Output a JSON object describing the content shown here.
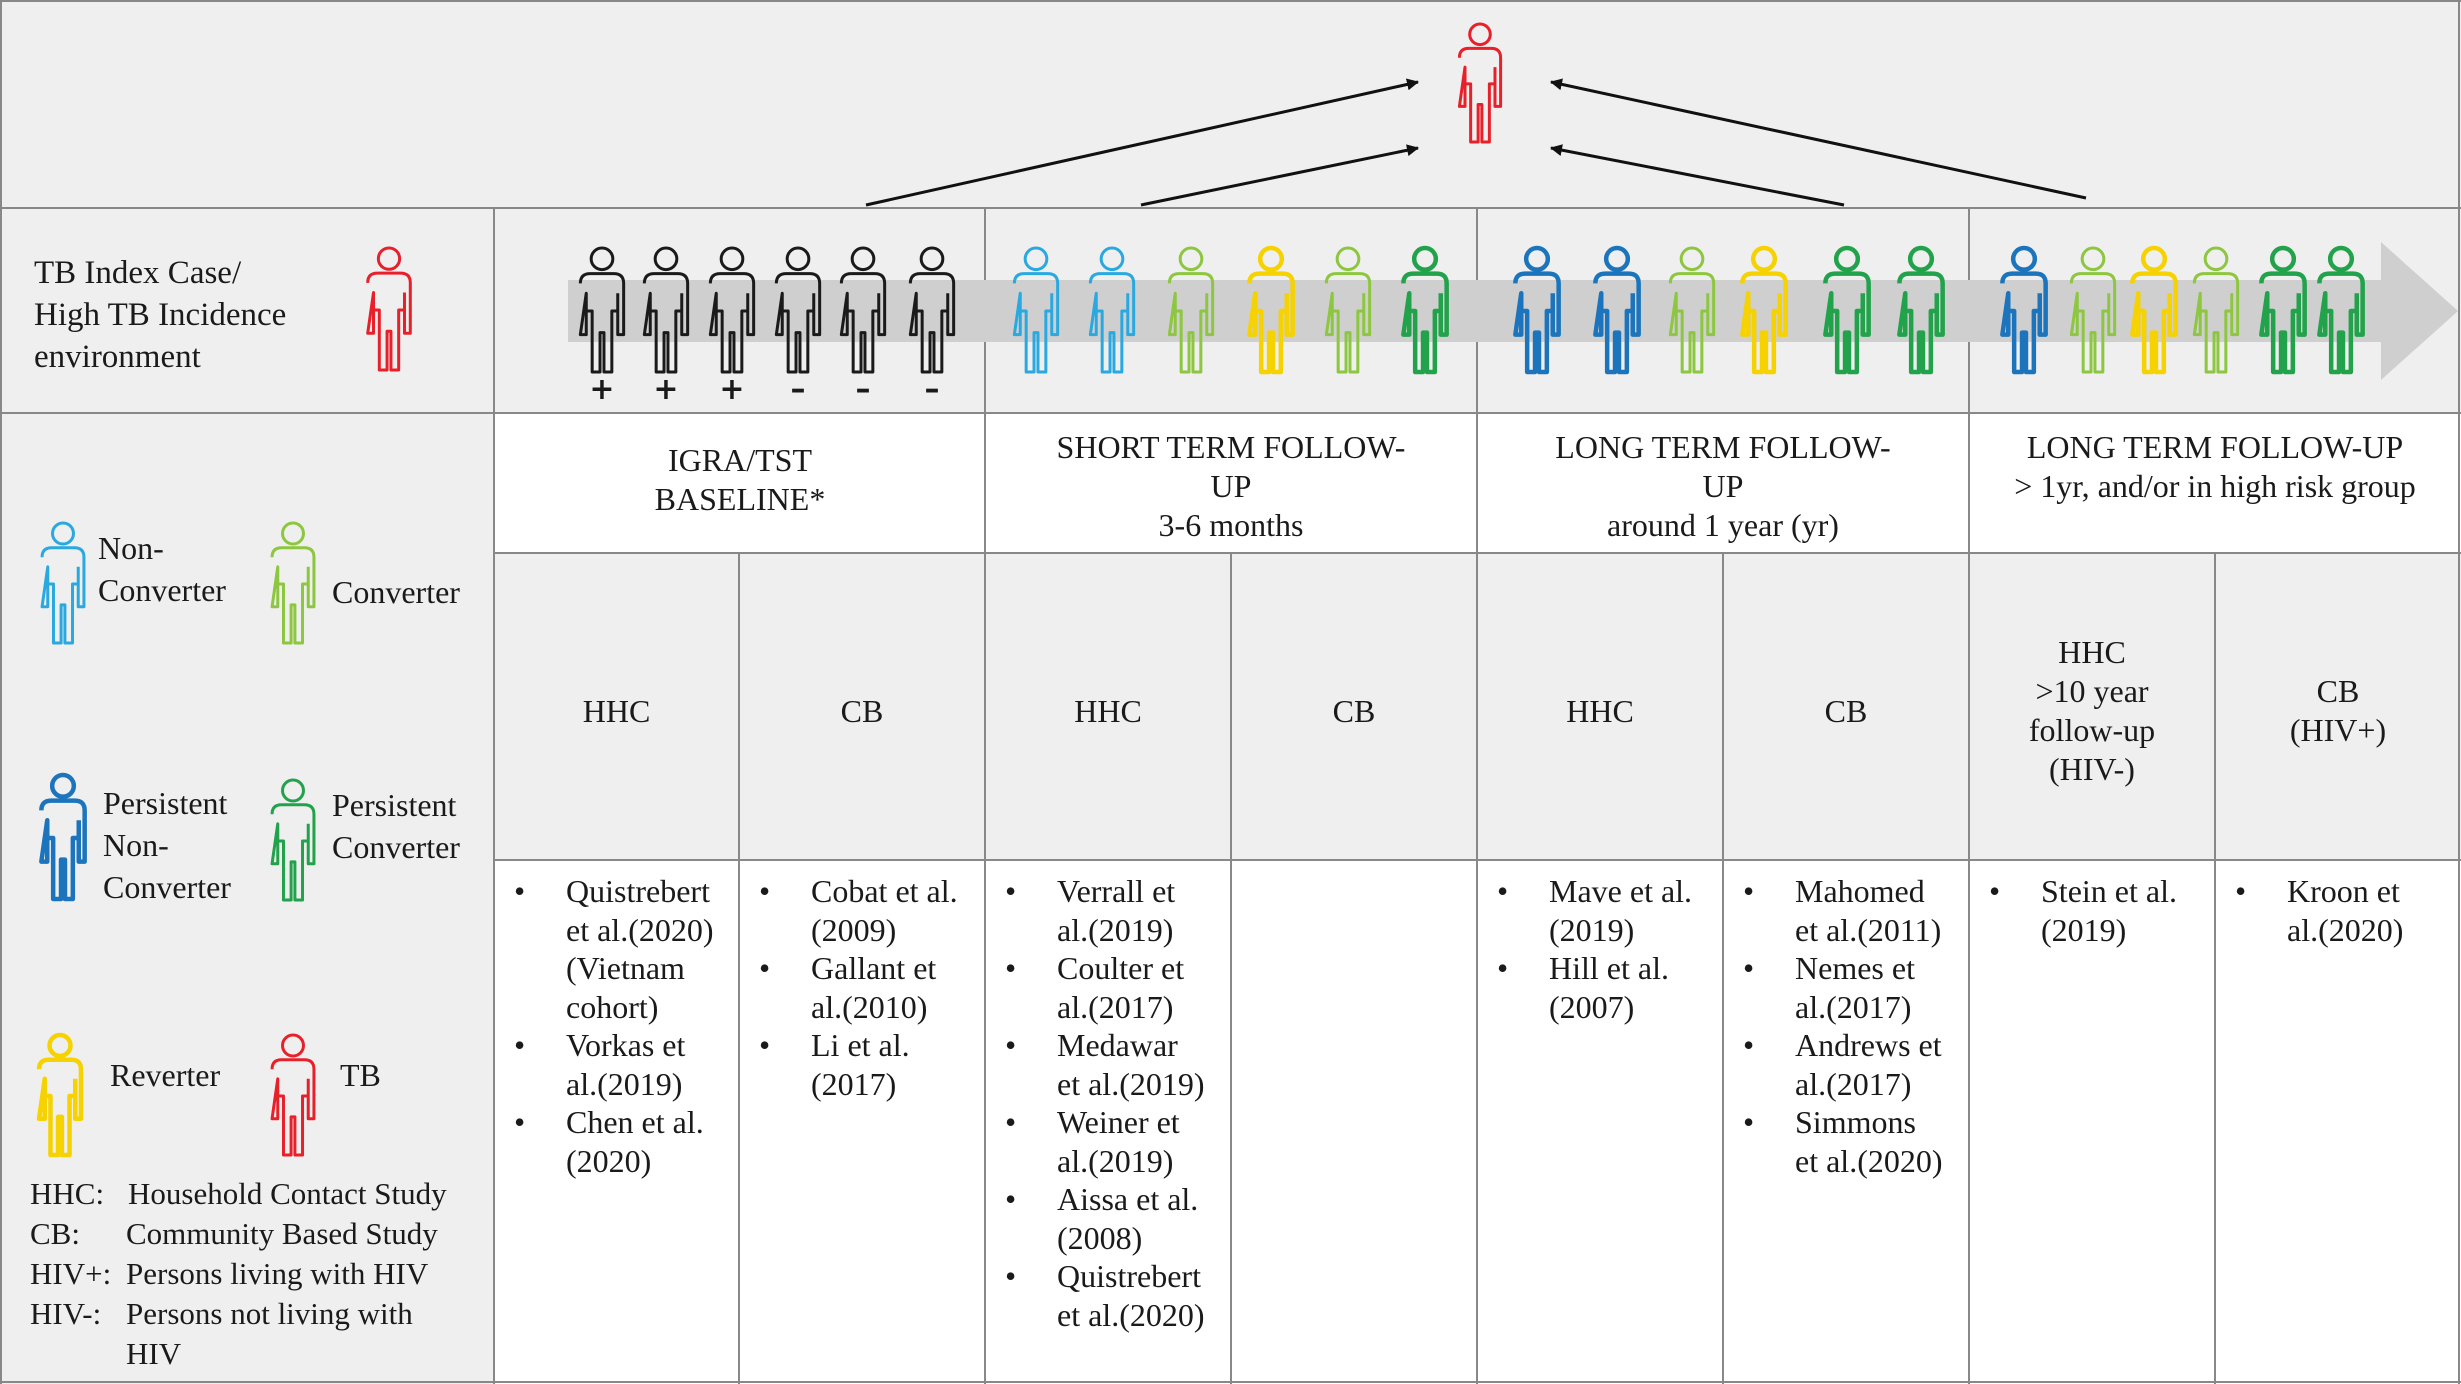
{
  "index_label": [
    "TB Index Case/",
    "High TB Incidence",
    "environment"
  ],
  "stages": [
    {
      "title": [
        "IGRA/TST",
        "BASELINE*"
      ]
    },
    {
      "title": [
        "SHORT TERM FOLLOW-",
        "UP",
        "3-6 months"
      ]
    },
    {
      "title": [
        "LONG TERM FOLLOW-",
        "UP",
        "around 1 year (yr)"
      ]
    },
    {
      "title": [
        "LONG TERM FOLLOW-UP",
        "> 1yr, and/or in high risk group"
      ]
    }
  ],
  "study_types": [
    [
      "HHC"
    ],
    [
      "CB"
    ],
    [
      "HHC"
    ],
    [
      "CB"
    ],
    [
      "HHC"
    ],
    [
      "CB"
    ],
    [
      "HHC",
      ">10 year",
      "follow-up",
      "(HIV-)"
    ],
    [
      "CB",
      "(HIV+)"
    ]
  ],
  "references": [
    [
      [
        "Quistrebert",
        "et al.(2020)",
        "(Vietnam",
        "cohort)"
      ],
      [
        "Vorkas et",
        "al.(2019)"
      ],
      [
        "Chen et al.",
        "(2020)"
      ]
    ],
    [
      [
        "Cobat et al.",
        "(2009)"
      ],
      [
        "Gallant et",
        "al.(2010)"
      ],
      [
        "Li et al.",
        "(2017)"
      ]
    ],
    [
      [
        "Verrall et",
        "al.(2019)"
      ],
      [
        "Coulter et",
        "al.(2017)"
      ],
      [
        "Medawar",
        "et al.(2019)"
      ],
      [
        "Weiner et",
        "al.(2019)"
      ],
      [
        "Aissa et al.",
        "(2008)"
      ],
      [
        "Quistrebert",
        "et al.(2020)"
      ]
    ],
    [],
    [
      [
        "Mave et al.",
        "(2019)"
      ],
      [
        "Hill et al.",
        "(2007)"
      ]
    ],
    [
      [
        "Mahomed",
        "et al.(2011)"
      ],
      [
        "Nemes et",
        "al.(2017)"
      ],
      [
        "Andrews et",
        "al.(2017)"
      ],
      [
        "Simmons",
        "et al.(2020)"
      ]
    ],
    [
      [
        "Stein et al.",
        "(2019)"
      ]
    ],
    [
      [
        "Kroon et",
        "al.(2020)"
      ]
    ]
  ],
  "baseline_signs": [
    "+",
    "+",
    "+",
    "–",
    "–",
    "–"
  ],
  "figure_colors": {
    "black": "#1a1a1a",
    "tb": "#e8202a",
    "non_converter": "#29a9e0",
    "persistent_non_converter": "#1c75bc",
    "converter": "#8dc63f",
    "persistent_converter": "#22a24b",
    "reverter": "#f5d200"
  },
  "figure_rows": {
    "baseline": [
      "black",
      "black",
      "black",
      "black",
      "black",
      "black"
    ],
    "short_term": [
      "non_converter",
      "non_converter",
      "converter",
      "reverter",
      "converter",
      "persistent_converter"
    ],
    "long_term": [
      "persistent_non_converter",
      "persistent_non_converter",
      "converter",
      "reverter",
      "persistent_converter",
      "persistent_converter"
    ],
    "long_term_high_risk": [
      "persistent_non_converter",
      "converter",
      "reverter",
      "converter",
      "persistent_converter",
      "persistent_converter"
    ]
  },
  "legend": {
    "non_converter": [
      "Non-",
      "Converter"
    ],
    "converter": [
      "Converter"
    ],
    "persistent_non_converter": [
      "Persistent",
      "Non-",
      "Converter"
    ],
    "persistent_converter": [
      "Persistent",
      "Converter"
    ],
    "reverter": [
      "Reverter"
    ],
    "tb": [
      "TB"
    ]
  },
  "abbreviations": [
    {
      "key": "HHC:",
      "value": "Household Contact Study"
    },
    {
      "key": "CB:",
      "value": "Community Based Study"
    },
    {
      "key": "HIV+:",
      "value": "Persons living with HIV"
    },
    {
      "key": "HIV-:",
      "value": "Persons not living with"
    },
    {
      "key": "",
      "value": "HIV"
    }
  ]
}
